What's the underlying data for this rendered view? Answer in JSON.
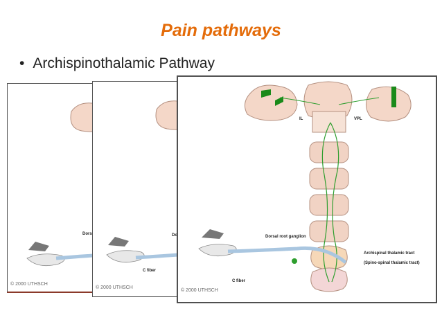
{
  "slide": {
    "title": "Pain pathways",
    "bullet": "Archispinothalamic Pathway",
    "bullet_marker": "•"
  },
  "figure": {
    "copyright": "© 2000 UTHSCH",
    "labels": {
      "dorsal_short": "Dorsa",
      "dorsal_short2": "Do",
      "dorsal_root_ganglion": "Dorsal root ganglion",
      "c_fiber": "C fiber",
      "il": "IL",
      "vpl": "VPL",
      "archispinal_tract": "Archispinal thalamic tract",
      "spino_spinal_tract": "(Spino-spinal thalamic tract)"
    },
    "colors": {
      "title": "#e46c0a",
      "pathway": "#2e9e2e",
      "nerve": "#a9c6e0"
    }
  }
}
